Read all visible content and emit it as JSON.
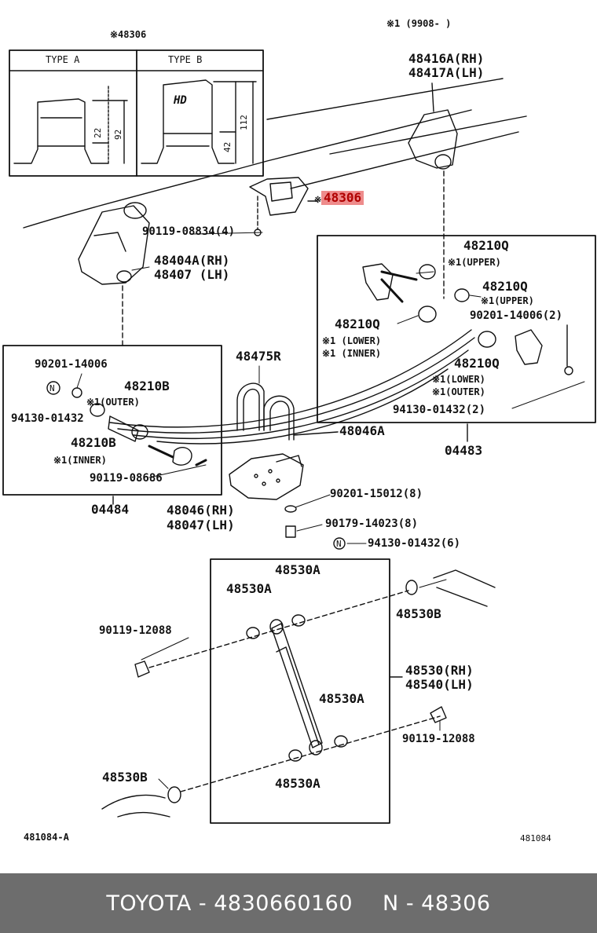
{
  "labels": {
    "note_48306": "※48306",
    "note_9908": "※1 (9908-    )",
    "type_a": "TYPE A",
    "type_b": "TYPE B",
    "dim_22": "22",
    "dim_92": "92",
    "dim_112": "112",
    "dim_42": "42",
    "hd_mark": "HD",
    "p48416a": "48416A(RH)",
    "p48417a": "48417A(LH)",
    "p48306": "48306",
    "p48306_mark": "※",
    "p90119_08834": "90119-08834(4)",
    "p48404a": "48404A(RH)",
    "p48407": "48407 (LH)",
    "p48210q_1": "48210Q",
    "p48210q_1_note": "※1(UPPER)",
    "p48210q_2": "48210Q",
    "p48210q_2_note": "※1(UPPER)",
    "p48210q_3": "48210Q",
    "p48210q_3_note1": "※1 (LOWER)",
    "p48210q_3_note2": "※1 (INNER)",
    "p90201_14006_2": "90201-14006(2)",
    "p48210q_4": "48210Q",
    "p48210q_4_note1": "※1(LOWER)",
    "p48210q_4_note2": "※1(OUTER)",
    "p94130_01432_2": "94130-01432(2)",
    "p04483": "04483",
    "p90201_14006": "90201-14006",
    "p48475r": "48475R",
    "n_mark": "N",
    "p48210b_1": "48210B",
    "p48210b_1_note": "※1(OUTER)",
    "p94130_01432": "94130-01432",
    "p48210b_2": "48210B",
    "p48210b_2_note": "※1(INNER)",
    "p90119_08686": "90119-08686",
    "p48046a": "48046A",
    "p04484": "04484",
    "p48046": "48046(RH)",
    "p48047": "48047(LH)",
    "p90201_15012": "90201-15012(8)",
    "p90179_14023": "90179-14023(8)",
    "p94130_01432_6": "94130-01432(6)",
    "p48530a_1": "48530A",
    "p48530a_2": "48530A",
    "p48530b_1": "48530B",
    "p90119_12088_1": "90119-12088",
    "p48530": "48530(RH)",
    "p48540": "48540(LH)",
    "p48530a_3": "48530A",
    "p90119_12088_2": "90119-12088",
    "p48530b_2": "48530B",
    "p48530a_4": "48530A",
    "ref_left": "481084-A",
    "ref_right": "481084"
  },
  "footer": {
    "brand": "TOYOTA",
    "part_number": "4830660160",
    "catalog_ref": "48306",
    "sep1": " - ",
    "sep2": "N - "
  },
  "colors": {
    "highlight_bg": "#ee8c8c",
    "highlight_text": "#b00000",
    "footer_bg": "#6d6d6d"
  }
}
